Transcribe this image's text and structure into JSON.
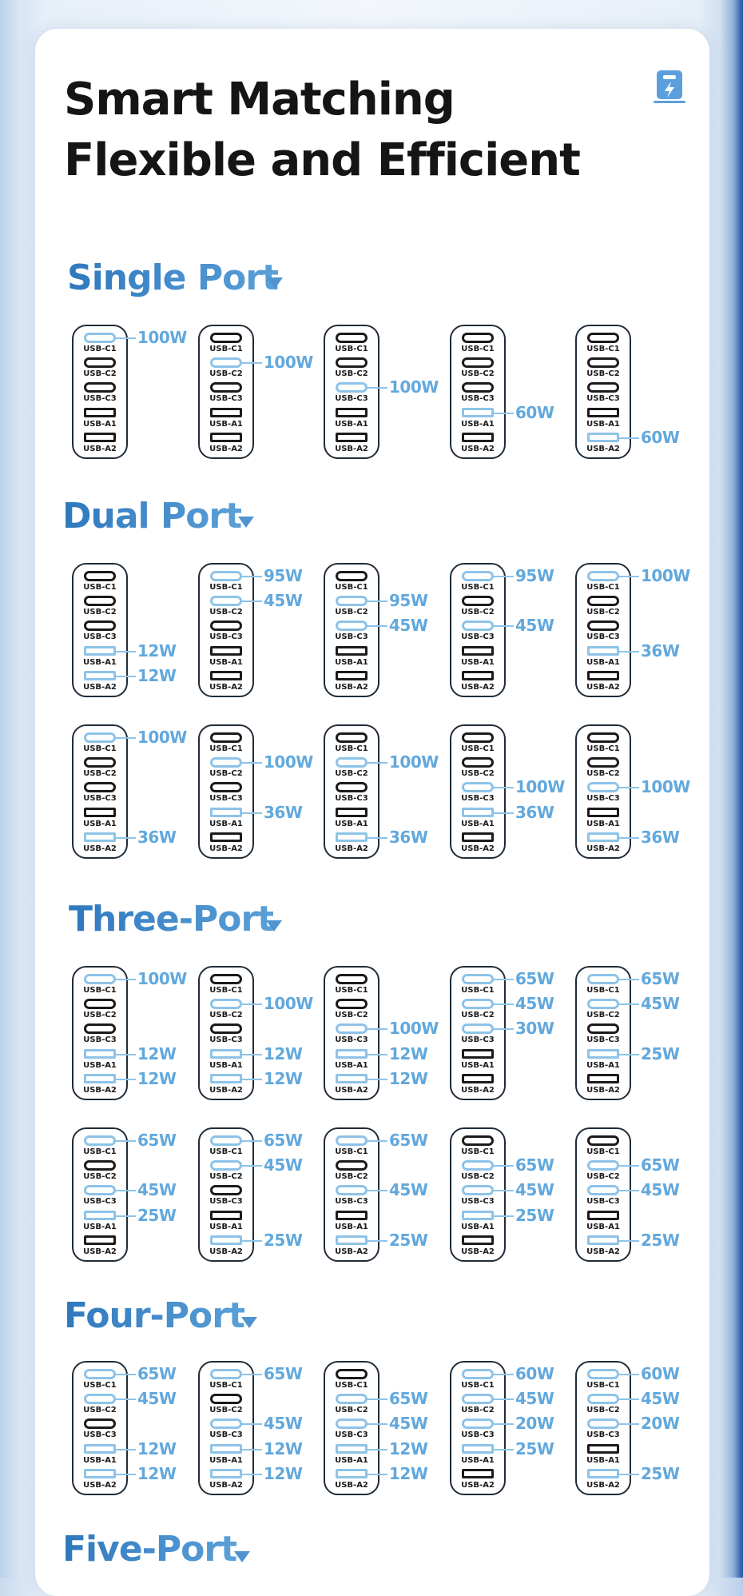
{
  "title": {
    "line1": "Smart Matching",
    "line2": "Flexible and Efficient"
  },
  "logo_icon": "charger-bolt-icon",
  "port_labels": [
    "USB-C1",
    "USB-C2",
    "USB-C3",
    "USB-A1",
    "USB-A2"
  ],
  "colors": {
    "active": "#8ec3e8",
    "inactive": "#1b1b1b",
    "watt": "#62a8dc",
    "heading": "#2f78bd"
  },
  "sections": [
    {
      "title": "Single Port",
      "rows": [
        [
          {
            "C1": "100W"
          },
          {
            "C2": "100W"
          },
          {
            "C3": "100W"
          },
          {
            "A1": "60W"
          },
          {
            "A2": "60W"
          }
        ]
      ]
    },
    {
      "title": "Dual Port",
      "rows": [
        [
          {
            "A1": "12W",
            "A2": "12W"
          },
          {
            "C1": "95W",
            "C2": "45W"
          },
          {
            "C2": "95W",
            "C3": "45W"
          },
          {
            "C1": "95W",
            "C3": "45W"
          },
          {
            "C1": "100W",
            "A1": "36W"
          }
        ],
        [
          {
            "C1": "100W",
            "A2": "36W"
          },
          {
            "C2": "100W",
            "A1": "36W"
          },
          {
            "C2": "100W",
            "A2": "36W"
          },
          {
            "C3": "100W",
            "A1": "36W"
          },
          {
            "C3": "100W",
            "A2": "36W"
          }
        ]
      ]
    },
    {
      "title": "Three-Port",
      "rows": [
        [
          {
            "C1": "100W",
            "A1": "12W",
            "A2": "12W"
          },
          {
            "C2": "100W",
            "A1": "12W",
            "A2": "12W"
          },
          {
            "C3": "100W",
            "A1": "12W",
            "A2": "12W"
          },
          {
            "C1": "65W",
            "C2": "45W",
            "C3": "30W"
          },
          {
            "C1": "65W",
            "C2": "45W",
            "A1": "25W"
          }
        ],
        [
          {
            "C1": "65W",
            "C3": "45W",
            "A1": "25W"
          },
          {
            "C1": "65W",
            "C2": "45W",
            "A2": "25W"
          },
          {
            "C1": "65W",
            "C3": "45W",
            "A2": "25W"
          },
          {
            "C2": "65W",
            "C3": "45W",
            "A1": "25W"
          },
          {
            "C2": "65W",
            "C3": "45W",
            "A2": "25W"
          }
        ]
      ]
    },
    {
      "title": "Four-Port",
      "rows": [
        [
          {
            "C1": "65W",
            "C2": "45W",
            "A1": "12W",
            "A2": "12W"
          },
          {
            "C1": "65W",
            "C3": "45W",
            "A1": "12W",
            "A2": "12W"
          },
          {
            "C2": "65W",
            "C3": "45W",
            "A1": "12W",
            "A2": "12W"
          },
          {
            "C1": "60W",
            "C2": "45W",
            "C3": "20W",
            "A1": "25W"
          },
          {
            "C1": "60W",
            "C2": "45W",
            "C3": "20W",
            "A2": "25W"
          }
        ]
      ]
    },
    {
      "title": "Five-Port",
      "rows": []
    }
  ]
}
